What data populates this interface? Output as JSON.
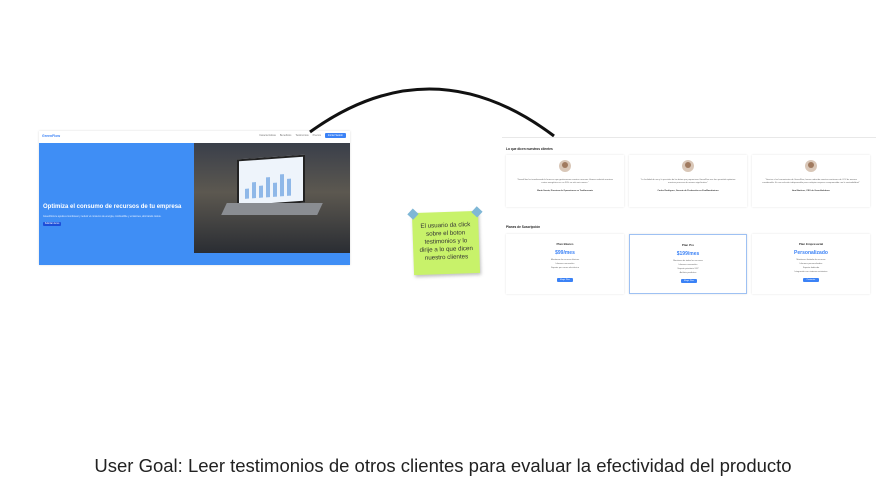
{
  "landing": {
    "logo": "GreenFlow",
    "nav_links": [
      "Características",
      "Beneficios",
      "Testimonios",
      "Precios"
    ],
    "nav_cta": "Iniciar Sesión",
    "hero_title": "Optimiza el consumo de recursos de tu empresa",
    "hero_subtitle": "GreenFlow te ayuda a monitorear y reducir el consumo de energía, combustible y emisiones, ahorrando costos.",
    "hero_button": "Solicitar demo"
  },
  "testimonials": {
    "title": "Lo que dicen nuestros clientes",
    "items": [
      {
        "quote": "\"GreenFlow ha transformado la forma en que gestionamos nuestros recursos. Hemos reducido nuestros costos energéticos en un 30% en solo seis meses.\"",
        "name": "María García, Directora de Operaciones en TechInnovate"
      },
      {
        "quote": "\"La facilidad de uso y la precisión de los datos que proporciona GreenFlow nos han permitido optimizar nuestros procesos de manera significativa.\"",
        "name": "Carlos Rodríguez, Gerente de Producción en EcoManufactura"
      },
      {
        "quote": "\"Gracias a las herramientas de GreenFlow, hemos reducido nuestras emisiones de CO2 de manera considerable. Es una solución indispensable para cualquier empresa comprometida con la sostenibilidad.\"",
        "name": "Ana Martínez, CEO de GreenSolutions"
      }
    ]
  },
  "plans": {
    "title": "Planes de Suscripción",
    "items": [
      {
        "name": "Plan Básico",
        "price": "$99/mes",
        "features": [
          "Monitoreo de recursos básicos",
          "Informes mensuales",
          "Soporte por correo electrónico"
        ],
        "button": "Elegir Plan"
      },
      {
        "name": "Plan Pro",
        "price": "$199/mes",
        "features": [
          "Monitoreo de todos los recursos",
          "Informes semanales",
          "Soporte prioritario 24/7",
          "Análisis predictivo"
        ],
        "button": "Elegir Plan"
      },
      {
        "name": "Plan Empresarial",
        "price": "Personalizado",
        "features": [
          "Monitoreo ilimitado de recursos",
          "Informes personalizados",
          "Soporte dedicado",
          "Integración con sistemas existentes"
        ],
        "button": "Contactar"
      }
    ]
  },
  "sticky_note": {
    "text": "El usuario da click sobre el boton testimonios y lo dirije a lo que dicen nuestro clientes"
  },
  "goal": "User Goal: Leer testimonios de otros clientes para evaluar la efectividad del producto",
  "colors": {
    "accent": "#3b82f6",
    "hero": "#3f8ef5",
    "sticky": "#c8f26a",
    "arc": "#111111"
  }
}
